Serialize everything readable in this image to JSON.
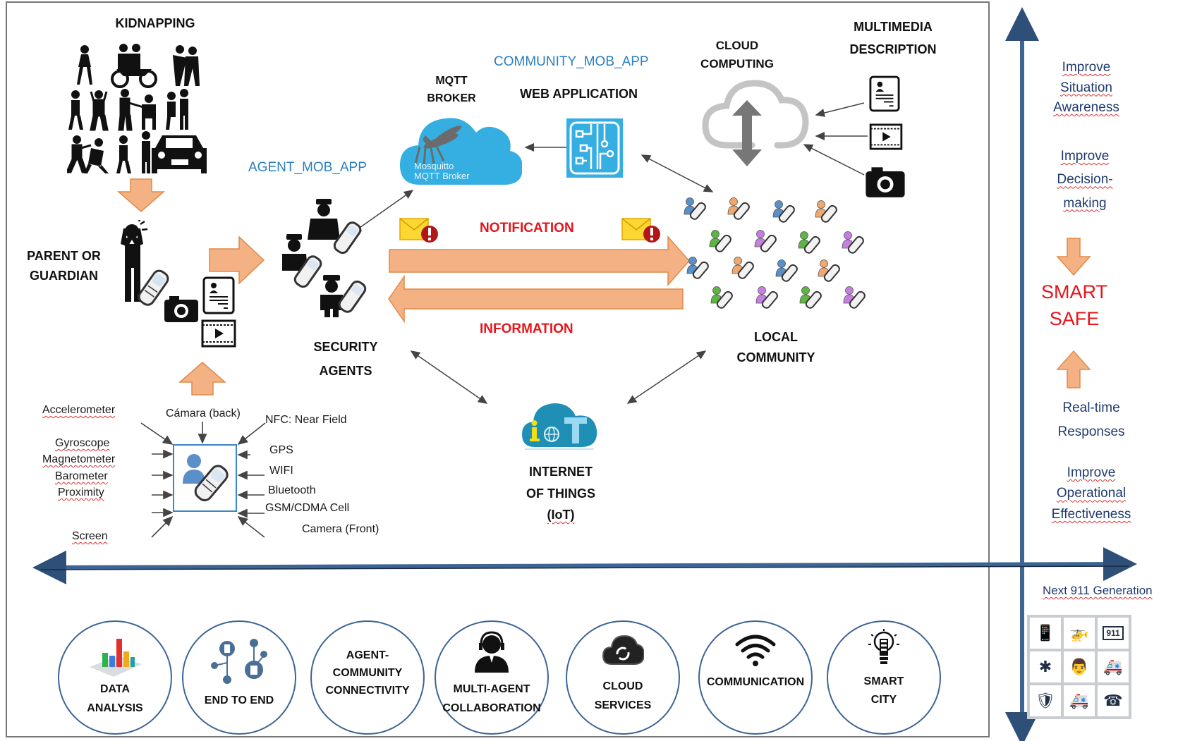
{
  "diagram": {
    "title": "Smart Safe system architecture",
    "sections": {
      "kidnapping": {
        "label": "KIDNAPPING"
      },
      "parent": {
        "label_line1": "PARENT OR",
        "label_line2": "GUARDIAN"
      },
      "security_agents": {
        "label_line1": "SECURITY",
        "label_line2": "AGENTS"
      },
      "agent_app": {
        "label": "AGENT_MOB_APP"
      },
      "mqtt": {
        "label_line1": "MQTT",
        "label_line2": "BROKER",
        "logo_line1": "Mosquitto",
        "logo_line2": "MQTT Broker"
      },
      "community_app": {
        "label": "COMMUNITY_MOB_APP"
      },
      "web_app": {
        "label": "WEB APPLICATION"
      },
      "cloud": {
        "label_line1": "CLOUD",
        "label_line2": "COMPUTING"
      },
      "multimedia": {
        "label_line1": "MULTIMEDIA",
        "label_line2": "DESCRIPTION"
      },
      "local_community": {
        "label_line1": "LOCAL",
        "label_line2": "COMMUNITY"
      },
      "notification": {
        "label": "NOTIFICATION"
      },
      "information": {
        "label": "INFORMATION"
      },
      "iot": {
        "label_line1": "INTERNET",
        "label_line2": "OF THINGS",
        "label_line3": "(IoT)"
      }
    },
    "sensors": {
      "left": [
        "Accelerometer",
        "Gyroscope",
        "Magnetometer",
        "Barometer",
        "Proximity",
        "Screen"
      ],
      "top": "Cámara (back)",
      "right": [
        "NFC: Near Field",
        "GPS",
        "WIFI",
        "Bluetooth",
        "GSM/CDMA Cell",
        "Camera (Front)"
      ]
    },
    "benefits": {
      "top": [
        {
          "line1": "Improve",
          "line2": "Situation",
          "line3": "Awareness"
        },
        {
          "line1": "Improve",
          "line2": "Decision-",
          "line3": "making"
        }
      ],
      "center_line1": "SMART",
      "center_line2": "SAFE",
      "bottom": [
        {
          "line1": "Real-time",
          "line2": "Responses"
        },
        {
          "line1": "Improve",
          "line2": "Operational",
          "line3": "Effectiveness"
        }
      ]
    },
    "next911": {
      "label": "Next 911 Generation",
      "icons": [
        "911-phone-icon",
        "helicopter-icon",
        "911-sign-icon",
        "star-of-life-icon",
        "paramedic-icon",
        "ambulance-front-icon",
        "911-shield-icon",
        "ambulance-icon",
        "telephone-911-icon"
      ]
    },
    "pillars": [
      {
        "line1": "DATA",
        "line2": "ANALYSIS",
        "icon": "chart-icon"
      },
      {
        "line1": "END TO END",
        "line2": "",
        "icon": "network-devices-icon"
      },
      {
        "line1": "AGENT-",
        "line2": "COMMUNITY",
        "line3": "CONNECTIVITY",
        "icon": ""
      },
      {
        "line1": "MULTI-AGENT",
        "line2": "COLLABORATION",
        "icon": "headset-agent-icon"
      },
      {
        "line1": "CLOUD",
        "line2": "SERVICES",
        "icon": "cloud-sync-icon"
      },
      {
        "line1": "COMMUNICATION",
        "line2": "",
        "icon": "wifi-icon"
      },
      {
        "line1": "SMART",
        "line2": "CITY",
        "icon": "smart-city-bulb-icon"
      }
    ],
    "colors": {
      "orange_arrow": "#f4b183",
      "orange_arrow_border": "#e08b48",
      "axis_blue": "#3c6595",
      "label_blue": "#2a7fc1",
      "red": "#e8141c",
      "benefit_blue": "#1f3a6e",
      "mqtt_cloud": "#35aee2"
    }
  }
}
